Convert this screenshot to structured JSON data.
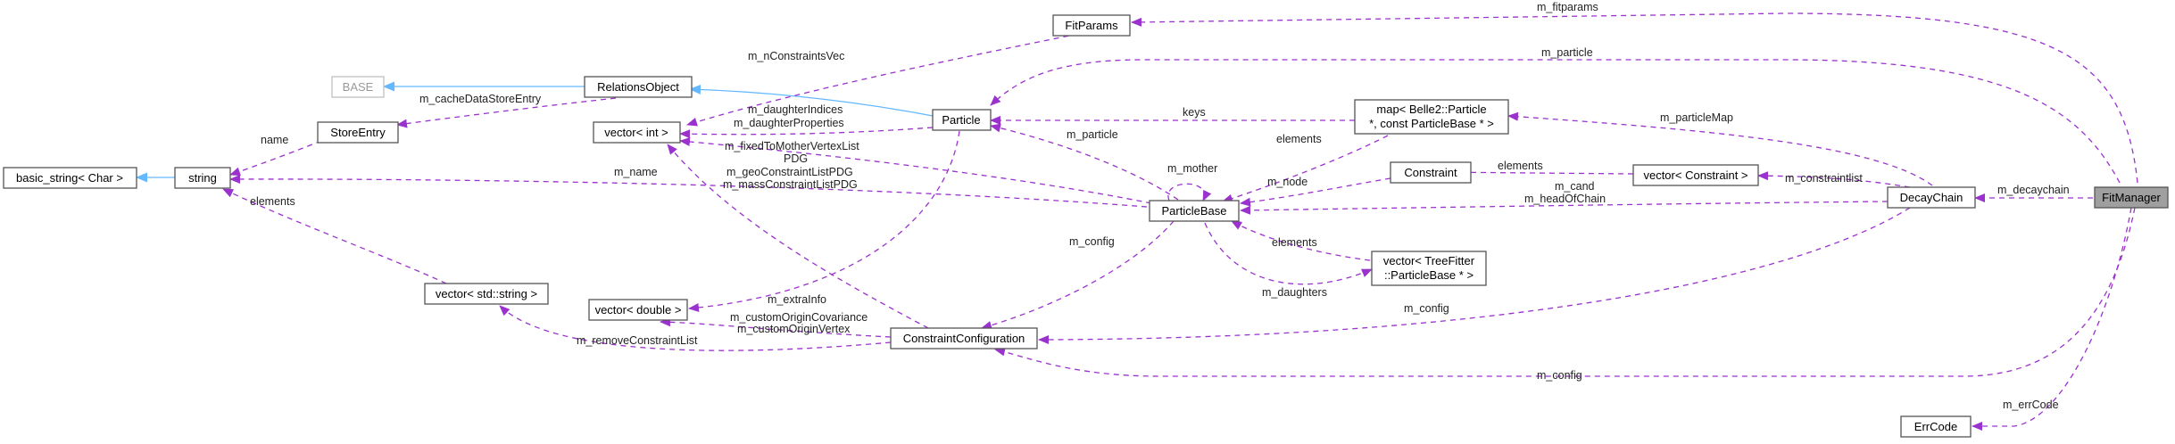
{
  "nodes": {
    "fitmanager": "FitManager",
    "fitparams": "FitParams",
    "base": "BASE",
    "relationsobject": "RelationsObject",
    "storeentry": "StoreEntry",
    "basic_string": "basic_string< Char >",
    "string": "string",
    "vector_int": "vector< int >",
    "particle": "Particle",
    "map_line1": "map< Belle2::Particle",
    "map_line2": " *, const ParticleBase * >",
    "constraint": "Constraint",
    "vector_constraint": "vector< Constraint >",
    "particlebase": "ParticleBase",
    "decaychain": "DecayChain",
    "vector_treefitter_line1": "vector< TreeFitter",
    "vector_treefitter_line2": "::ParticleBase * >",
    "vector_double": "vector< double >",
    "vector_stdstring": "vector< std::string >",
    "constraintconfiguration": "ConstraintConfiguration",
    "errcode": "ErrCode"
  },
  "labels": {
    "m_fitparams": "m_fitparams",
    "m_particle_top": "m_particle",
    "m_nConstraintsVec": "m_nConstraintsVec",
    "m_cacheDataStoreEntry": "m_cacheDataStoreEntry",
    "name": "name",
    "keys": "keys",
    "m_daughterIndices": "m_daughterIndices",
    "m_daughterProperties": "m_daughterProperties",
    "m_fixedToMotherVertexList": "m_fixedToMotherVertexList",
    "PDG": "PDG",
    "m_geoConstraintListPDG": "m_geoConstraintListPDG",
    "m_massConstraintListPDG": "m_massConstraintListPDG",
    "m_particle_mid": "m_particle",
    "m_particleMap": "m_particleMap",
    "elements_map": "elements",
    "elements_constraint": "elements",
    "m_mother": "m_mother",
    "m_name": "m_name",
    "m_node": "m_node",
    "m_constraintlist": "m_constraintlist",
    "m_cand": "m_cand",
    "m_headOfChain": "m_headOfChain",
    "m_decaychain": "m_decaychain",
    "elements_string": "elements",
    "m_config_pb": "m_config",
    "elements_tf": "elements",
    "m_daughters": "m_daughters",
    "m_extraInfo": "m_extraInfo",
    "m_config_dc": "m_config",
    "m_customOriginCovariance": "m_customOriginCovariance",
    "m_customOriginVertex": "m_customOriginVertex",
    "m_removeConstraintList": "m_removeConstraintList",
    "m_config_fm": "m_config",
    "m_errCode": "m_errCode"
  },
  "colors": {
    "dependency_edge": "#9a32cd",
    "inheritance_edge": "#63b8ff",
    "node_border": "#555555",
    "focus_fill": "#9f9f9f",
    "external_border": "#bfbfbf"
  }
}
